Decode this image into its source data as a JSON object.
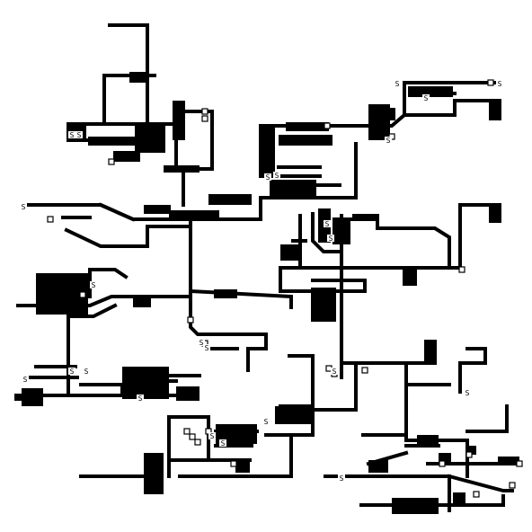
{
  "map": {
    "colors": {
      "background": "#ffffff",
      "ink": "#000000"
    },
    "markers": {
      "station_glyph": "S",
      "junction_glyph": "x",
      "node_icon": "small-square-icon"
    },
    "station_count": 24
  }
}
